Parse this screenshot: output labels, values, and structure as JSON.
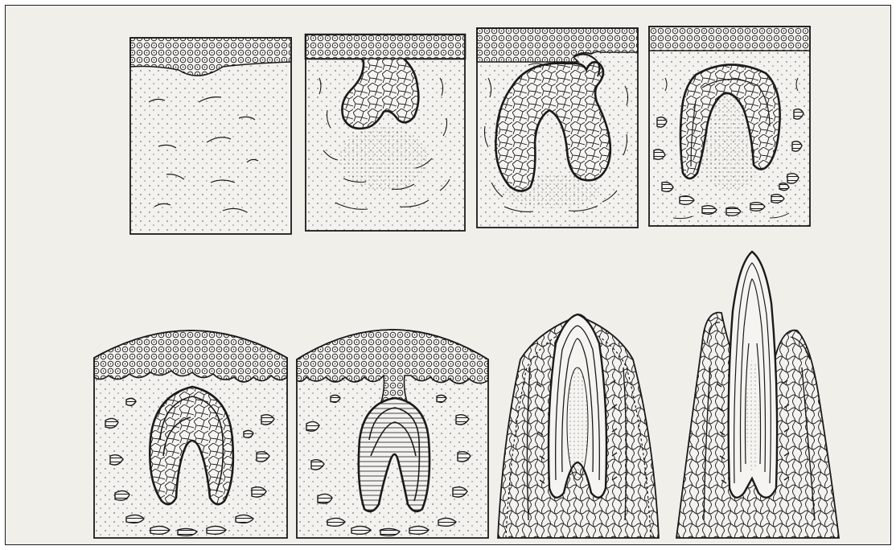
{
  "figure": {
    "kind": "line-drawing",
    "subject": "tooth-development-stages",
    "ink_color": "#1a1a1a",
    "paper_color": "#f1efea",
    "stage_count": 8
  }
}
